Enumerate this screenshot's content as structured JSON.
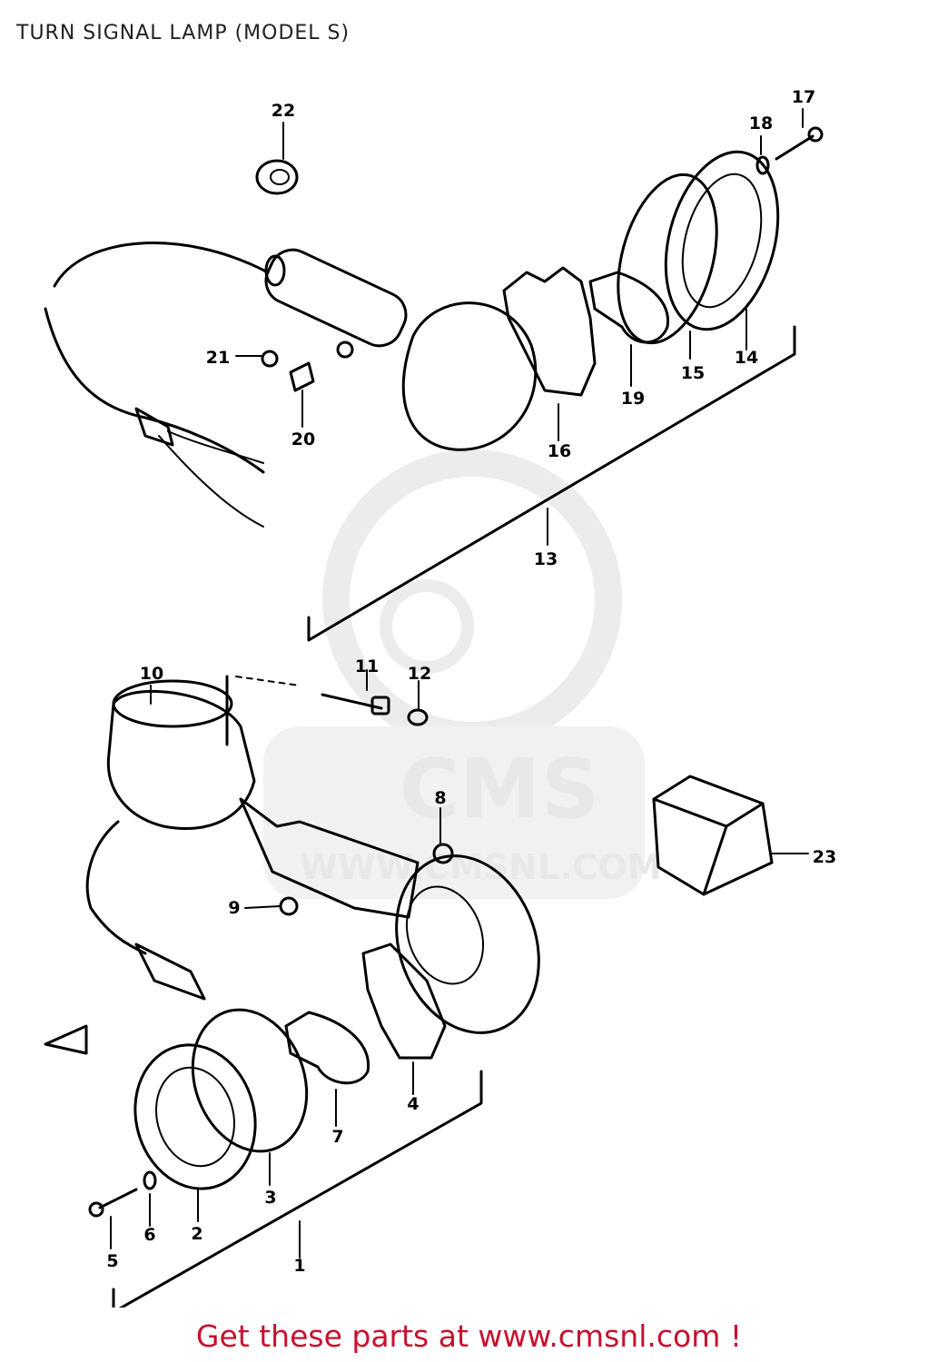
{
  "title": "TURN SIGNAL LAMP (MODEL S)",
  "footer": "Get these parts at www.cmsnl.com !",
  "watermark": {
    "logo_text": "CMS",
    "url_text": "WWW.CMSNL.COM"
  },
  "colors": {
    "footer": "#c8102e",
    "watermark": "#e8e8e8",
    "lines": "#000000"
  },
  "callouts": [
    "1",
    "2",
    "3",
    "4",
    "5",
    "6",
    "7",
    "8",
    "9",
    "10",
    "11",
    "12",
    "13",
    "14",
    "15",
    "16",
    "17",
    "18",
    "19",
    "20",
    "21",
    "22",
    "23"
  ]
}
